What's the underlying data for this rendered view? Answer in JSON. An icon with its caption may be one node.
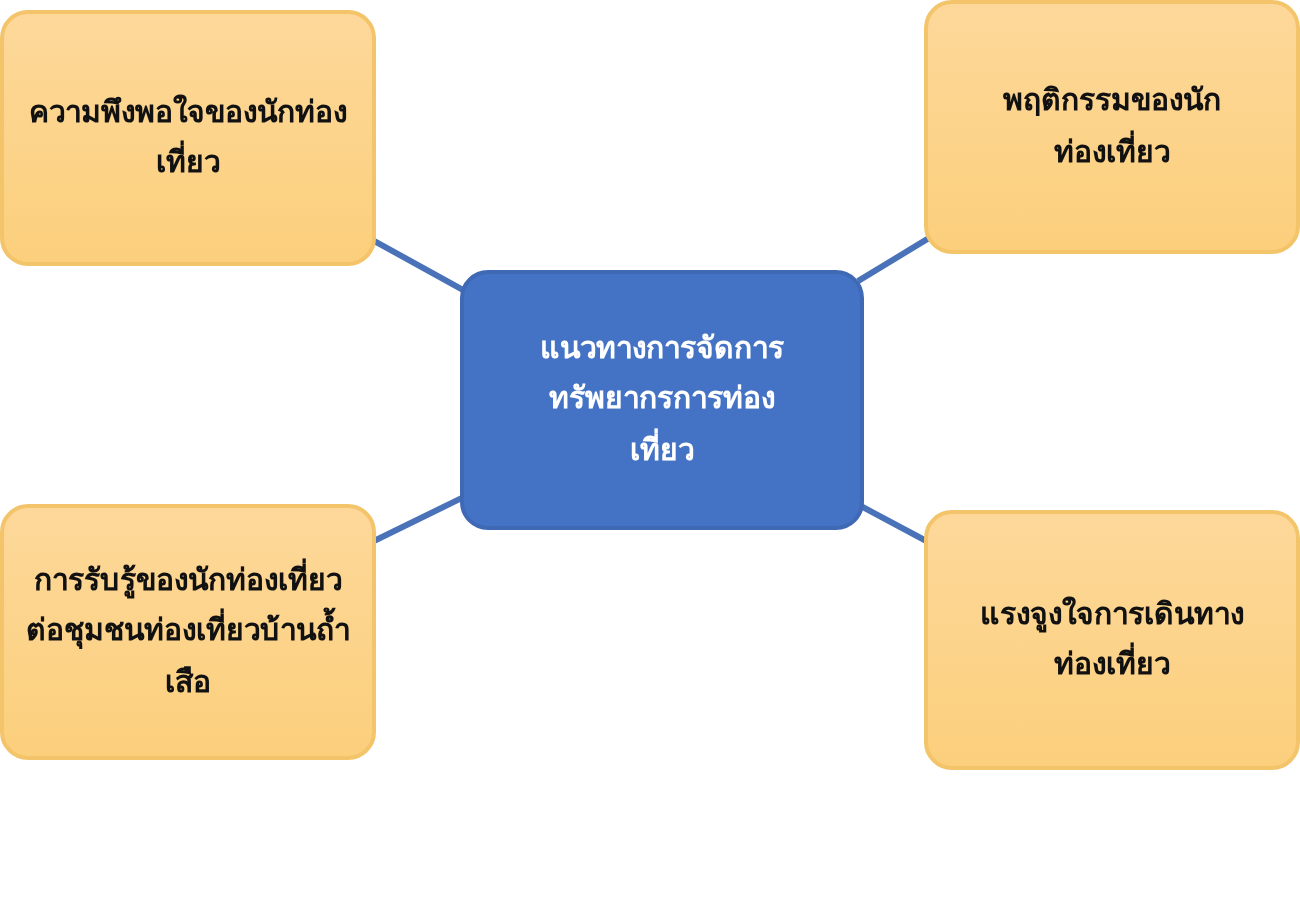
{
  "diagram": {
    "nodes": [
      {
        "text": [
          "แนวทางการจัดการทรัพยากรการท่องเที่ยว"
        ]
      },
      {
        "text": [
          "ความพึงพอใจของนักท่องเที่ยว"
        ]
      },
      {
        "text": [
          "พฤติกรรมของนักท่องเที่ยว"
        ]
      },
      {
        "text": [
          "การรับรู้ของนักท่องเที่ยวต่อชุมชนท่องเที่ยวบ้านถ้ำเสือ"
        ]
      },
      {
        "text": [
          "แรงจูงใจการเดินทางท่องเที่ยว"
        ]
      }
    ],
    "edges": [
      {
        "from": 0,
        "to": 1,
        "arrow": "none"
      },
      {
        "from": 0,
        "to": 2,
        "arrow": "none"
      },
      {
        "from": 0,
        "to": 3,
        "arrow": "none"
      },
      {
        "from": 0,
        "to": 4,
        "arrow": "none"
      }
    ]
  }
}
